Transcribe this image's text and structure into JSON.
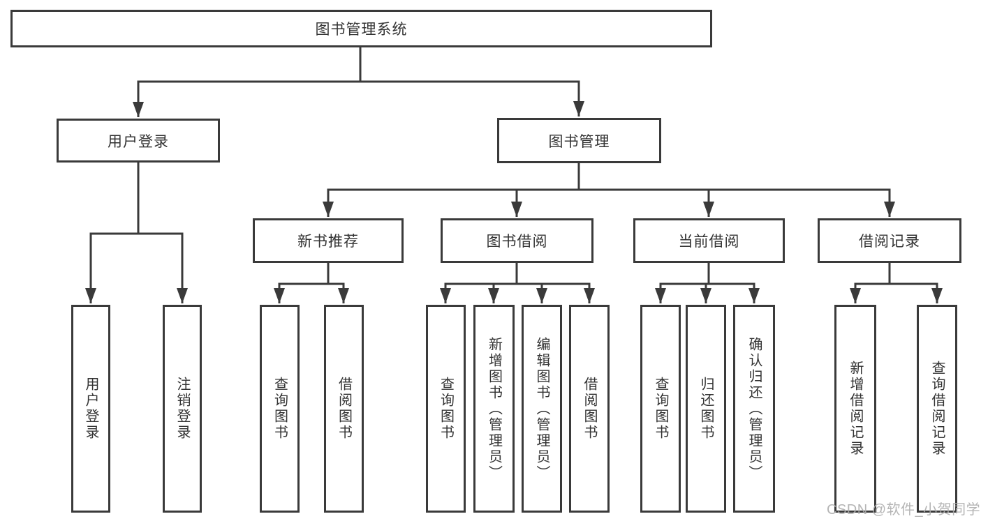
{
  "diagram": {
    "title": "图书管理系统",
    "watermark": "CSDN @软件_小贺同学",
    "colors": {
      "line": "#3a3a3a",
      "box_border": "#3a3a3a",
      "box_background": "#ffffff",
      "text": "#333333",
      "watermark": "#adadad"
    },
    "nodes": {
      "root": {
        "label": "图书管理系统"
      },
      "userLogin": {
        "label": "用户登录"
      },
      "bookMgmt": {
        "label": "图书管理"
      },
      "newBookRec": {
        "label": "新书推荐"
      },
      "bookBorrow": {
        "label": "图书借阅"
      },
      "currentBorrow": {
        "label": "当前借阅"
      },
      "borrowRecord": {
        "label": "借阅记录"
      }
    },
    "leaves": [
      {
        "label": "用户登录"
      },
      {
        "label": "注销登录"
      },
      {
        "label": "查询图书"
      },
      {
        "label": "借阅图书"
      },
      {
        "label": "查询图书"
      },
      {
        "label": "新增图书（管理员）"
      },
      {
        "label": "编辑图书（管理员）"
      },
      {
        "label": "借阅图书"
      },
      {
        "label": "查询图书"
      },
      {
        "label": "归还图书"
      },
      {
        "label": "确认归还（管理员）"
      },
      {
        "label": "新增借阅记录"
      },
      {
        "label": "查询借阅记录"
      }
    ],
    "hierarchy": {
      "图书管理系统": [
        "用户登录",
        "图书管理"
      ],
      "用户登录": [
        "用户登录",
        "注销登录"
      ],
      "图书管理": [
        "新书推荐",
        "图书借阅",
        "当前借阅",
        "借阅记录"
      ],
      "新书推荐": [
        "查询图书",
        "借阅图书"
      ],
      "图书借阅": [
        "查询图书",
        "新增图书（管理员）",
        "编辑图书（管理员）",
        "借阅图书"
      ],
      "当前借阅": [
        "查询图书",
        "归还图书",
        "确认归还（管理员）"
      ],
      "借阅记录": [
        "新增借阅记录",
        "查询借阅记录"
      ]
    }
  }
}
